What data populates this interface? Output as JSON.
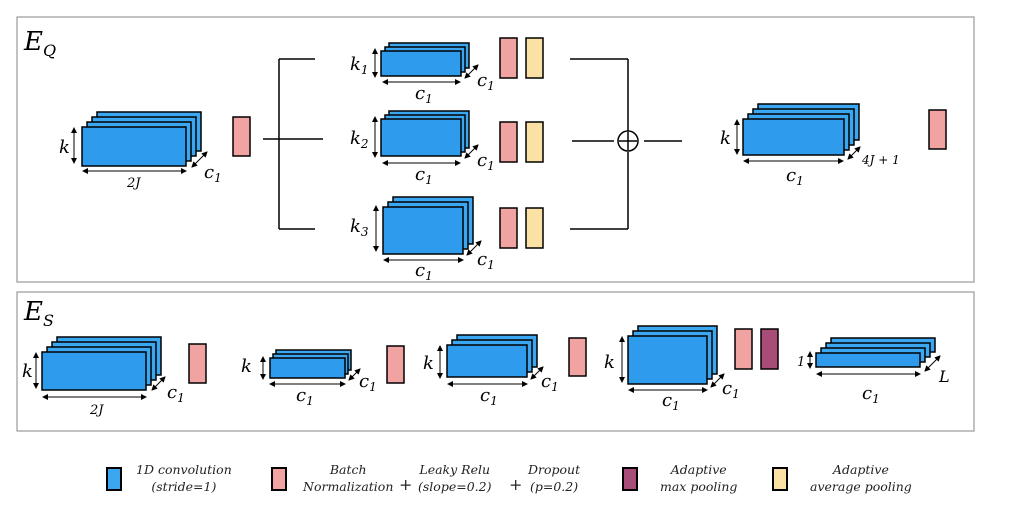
{
  "panels": {
    "eq": {
      "label_main": "E",
      "label_sub": "Q"
    },
    "es": {
      "label_main": "E",
      "label_sub": "S"
    }
  },
  "eq_labels": {
    "input_k": "k",
    "input_width": "2J",
    "input_c1": "c",
    "branch1_k": "k",
    "branch1_k_sub": "1",
    "branch2_k": "k",
    "branch2_k_sub": "2",
    "branch3_k": "k",
    "branch3_k_sub": "3",
    "c_main": "c",
    "c_sub": "1",
    "oplus": "⊕",
    "output_k": "k",
    "output_depth": "4J + 1"
  },
  "es_labels": {
    "block1_k": "k",
    "block1_width": "2J",
    "block2_k": "k",
    "block3_k": "k",
    "block4_k": "k",
    "block5_height": "1",
    "block5_depth": "L",
    "c_main": "c",
    "c_sub": "1"
  },
  "legend": {
    "conv": {
      "line1": "1D convolution",
      "line2": "(stride=1)"
    },
    "batchnorm": {
      "line1": "Batch",
      "line2": "Normalization"
    },
    "leaky": {
      "line1": "Leaky Relu",
      "line2": "(slope=0.2)"
    },
    "dropout": {
      "line1": "Dropout",
      "line2": "(p=0.2)"
    },
    "maxpool": {
      "line1": "Adaptive",
      "line2": "max pooling"
    },
    "avgpool": {
      "line1": "Adaptive",
      "line2": "average pooling"
    },
    "plus": "+"
  },
  "colors": {
    "conv": "#3aa7f0",
    "conv_inner": "#2f8ee0",
    "batchnorm": "#f0a3a0",
    "maxpool": "#a84d78",
    "avgpool": "#fbe2a4",
    "panel_border": "#9a9a9a"
  }
}
